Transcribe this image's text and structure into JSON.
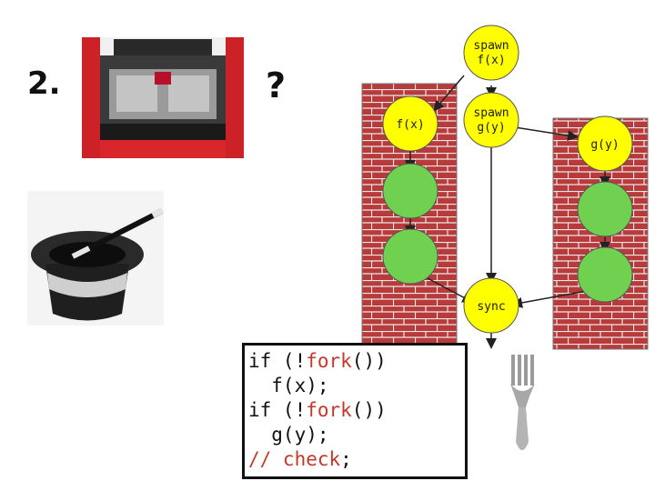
{
  "slide": {
    "number": "2.",
    "question_mark": "?"
  },
  "diagram": {
    "nodes": {
      "spawn_f": "spawn\nf(x)",
      "f": "f(x)",
      "spawn_g": "spawn\ng(y)",
      "g": "g(y)",
      "sync": "sync"
    },
    "colors": {
      "yellow": "#ffff00",
      "green": "#6fd14f",
      "brick": "#b83a3a",
      "mortar": "#e8e8e8"
    }
  },
  "code": {
    "line1_a": "if (!",
    "line1_kw": "fork",
    "line1_b": "())",
    "line2": "  f(x);",
    "line3_a": "if (!",
    "line3_kw": "fork",
    "line3_b": "())",
    "line4": "  g(y);",
    "line5_kw": "// check",
    "line5_b": ";"
  },
  "images": {
    "car": "ferrari-engine",
    "hat": "magic-hat-and-wand",
    "fork": "fork-utensil"
  }
}
